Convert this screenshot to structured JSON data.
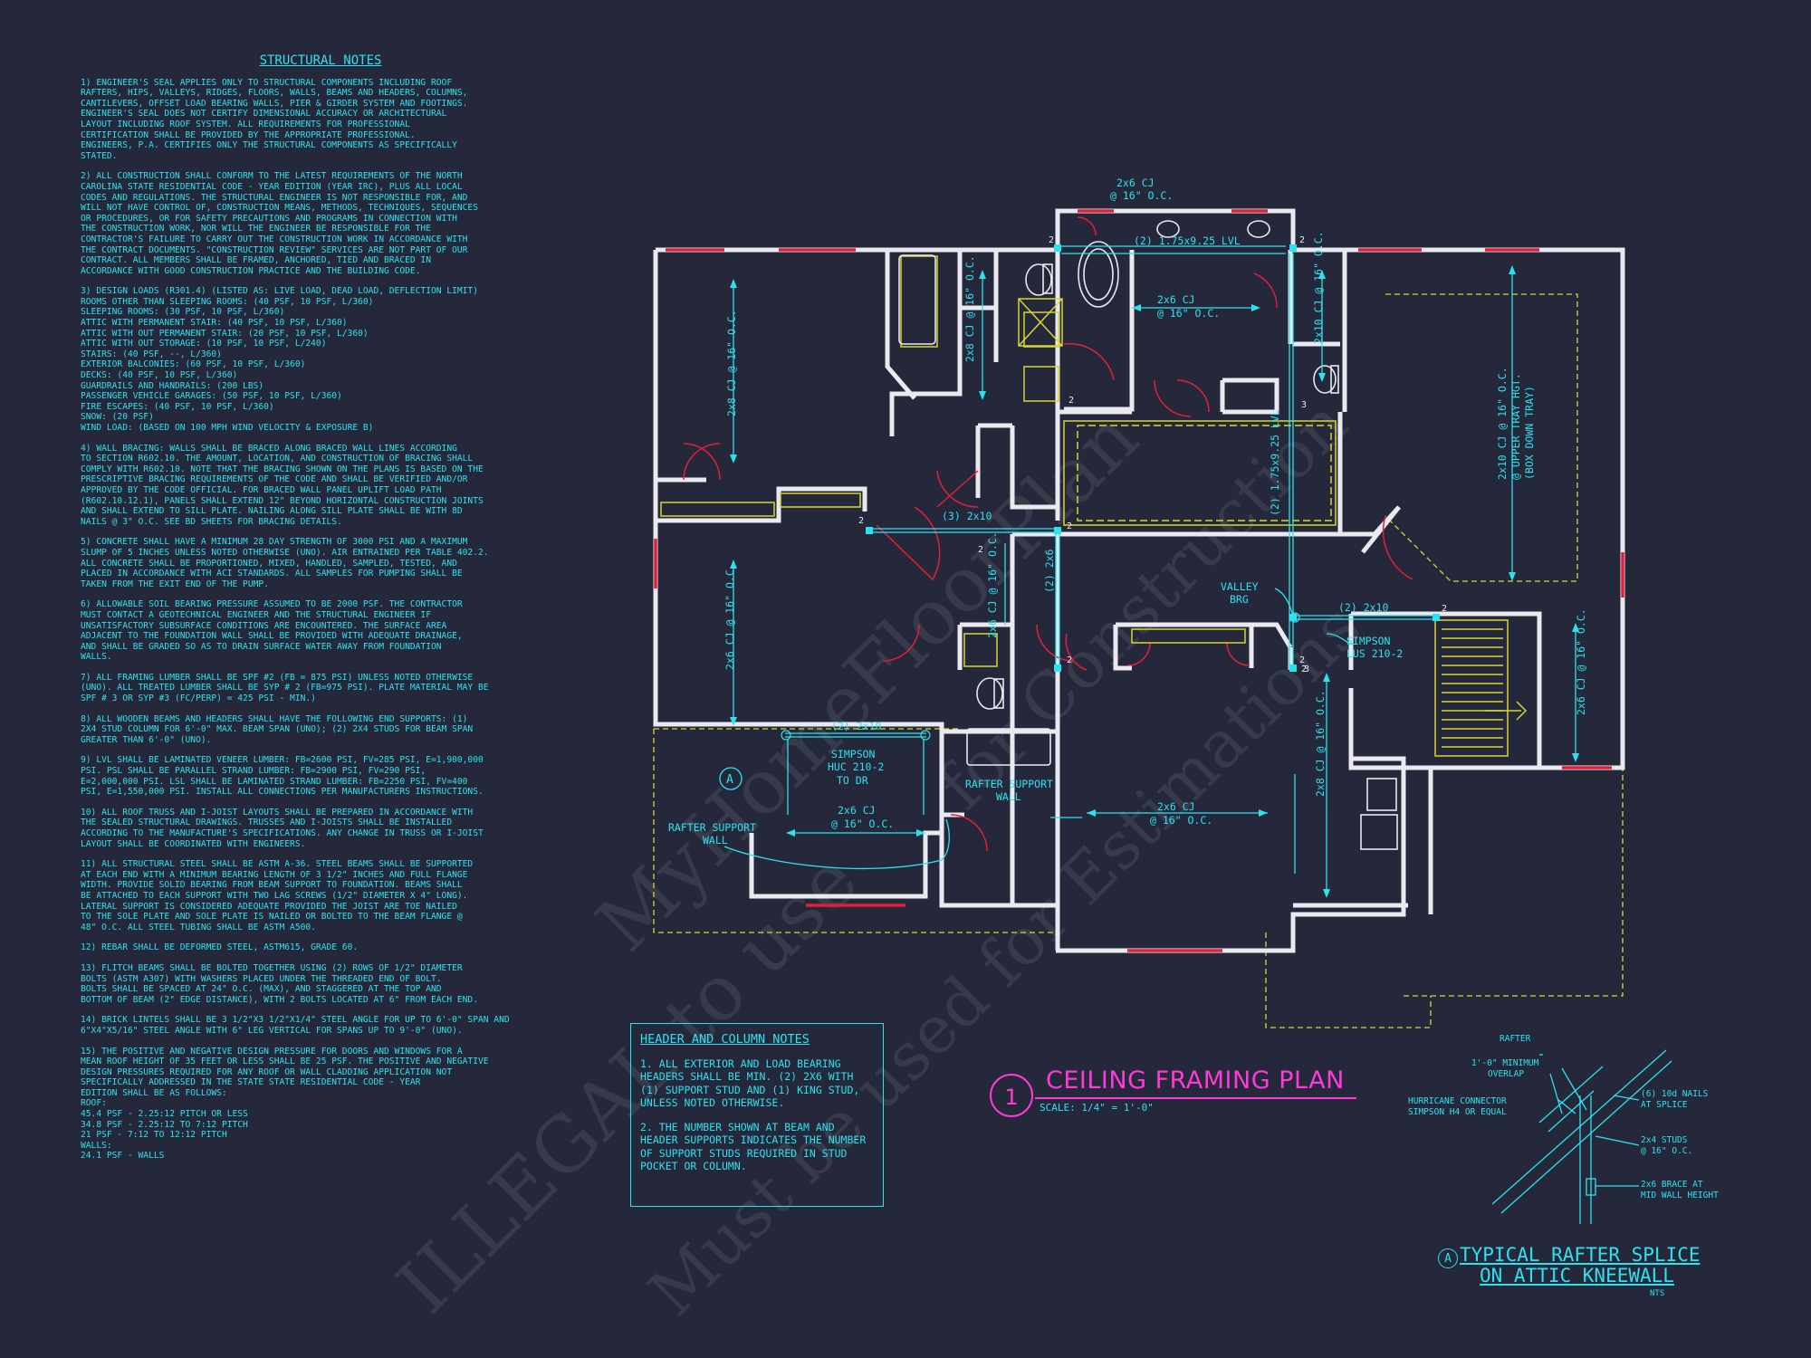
{
  "structural_notes": {
    "title": "STRUCTURAL NOTES",
    "notes": [
      [
        "1) ENGINEER'S SEAL APPLIES ONLY TO STRUCTURAL COMPONENTS INCLUDING ROOF",
        "RAFTERS, HIPS, VALLEYS, RIDGES, FLOORS, WALLS, BEAMS AND HEADERS, COLUMNS,",
        "CANTILEVERS, OFFSET LOAD BEARING WALLS, PIER & GIRDER SYSTEM AND FOOTINGS.",
        "ENGINEER'S SEAL DOES NOT CERTIFY DIMENSIONAL ACCURACY OR ARCHITECTURAL",
        "LAYOUT INCLUDING ROOF SYSTEM. ALL REQUIREMENTS FOR PROFESSIONAL",
        "CERTIFICATION SHALL BE PROVIDED BY THE APPROPRIATE PROFESSIONAL.",
        "ENGINEERS, P.A. CERTIFIES ONLY THE STRUCTURAL COMPONENTS AS SPECIFICALLY",
        "STATED."
      ],
      [
        "2) ALL CONSTRUCTION SHALL CONFORM TO THE LATEST REQUIREMENTS OF THE NORTH",
        "CAROLINA STATE RESIDENTIAL CODE - YEAR EDITION (YEAR IRC), PLUS ALL LOCAL",
        "CODES AND REGULATIONS. THE STRUCTURAL ENGINEER IS NOT RESPONSIBLE FOR, AND",
        "WILL NOT HAVE CONTROL OF, CONSTRUCTION MEANS, METHODS, TECHNIQUES, SEQUENCES",
        "OR PROCEDURES, OR FOR SAFETY PRECAUTIONS AND PROGRAMS IN CONNECTION WITH",
        "THE CONSTRUCTION WORK, NOR WILL THE ENGINEER BE RESPONSIBLE FOR THE",
        "CONTRACTOR'S FAILURE TO CARRY OUT THE CONSTRUCTION WORK IN ACCORDANCE WITH",
        "THE CONTRACT DOCUMENTS. \"CONSTRUCTION REVIEW\" SERVICES ARE NOT PART OF OUR",
        "CONTRACT. ALL MEMBERS SHALL BE FRAMED, ANCHORED, TIED AND BRACED IN",
        "ACCORDANCE WITH GOOD CONSTRUCTION PRACTICE AND THE BUILDING CODE."
      ],
      [
        "3) DESIGN LOADS (R301.4) (LISTED AS: LIVE LOAD, DEAD LOAD, DEFLECTION LIMIT)",
        "ROOMS OTHER THAN SLEEPING ROOMS: (40 PSF, 10 PSF, L/360)",
        "SLEEPING ROOMS: (30 PSF, 10 PSF, L/360)",
        "ATTIC WITH PERMANENT STAIR: (40 PSF, 10 PSF, L/360)",
        "ATTIC WITH OUT PERMANENT STAIR: (20 PSF, 10 PSF, L/360)",
        "ATTIC WITH OUT STORAGE: (10 PSF, 10 PSF, L/240)",
        "STAIRS: (40 PSF, --, L/360)",
        "EXTERIOR BALCONIES: (60 PSF, 10 PSF, L/360)",
        "DECKS: (40 PSF, 10 PSF, L/360)",
        "GUARDRAILS AND HANDRAILS: (200 LBS)",
        "PASSENGER VEHICLE GARAGES: (50 PSF, 10 PSF, L/360)",
        "FIRE ESCAPES: (40 PSF, 10 PSF, L/360)",
        "SNOW: (20      PSF)",
        "WIND LOAD: (BASED ON 100 MPH WIND VELOCITY & EXPOSURE B)"
      ],
      [
        "4) WALL BRACING:  WALLS SHALL BE BRACED ALONG BRACED WALL LINES ACCORDING",
        "TO SECTION R602.10. THE AMOUNT, LOCATION, AND CONSTRUCTION OF BRACING SHALL",
        "COMPLY WITH R602.10. NOTE THAT THE BRACING SHOWN ON THE PLANS IS BASED ON THE",
        "PRESCRIPTIVE BRACING REQUIREMENTS OF THE CODE AND SHALL BE VERIFIED AND/OR",
        "APPROVED BY THE CODE OFFICIAL. FOR BRACED WALL PANEL UPLIFT LOAD PATH",
        "(R602.10.12.1), PANELS SHALL EXTEND 12\" BEYOND HORIZONTAL CONSTRUCTION JOINTS",
        "AND SHALL EXTEND TO SILL PLATE. NAILING ALONG SILL PLATE SHALL BE WITH 8d",
        "NAILS @ 3\" O.C. SEE BD SHEETS FOR BRACING DETAILS."
      ],
      [
        "5) CONCRETE SHALL HAVE A MINIMUM 28 DAY STRENGTH OF 3000 PSI AND A MAXIMUM",
        "SLUMP OF 5 INCHES UNLESS NOTED OTHERWISE (UNO). AIR ENTRAINED PER TABLE 402.2.",
        "ALL CONCRETE SHALL BE PROPORTIONED, MIXED, HANDLED, SAMPLED, TESTED, AND",
        "PLACED IN ACCORDANCE WITH ACI STANDARDS. ALL SAMPLES FOR PUMPING SHALL BE",
        "TAKEN FROM THE EXIT END OF THE PUMP."
      ],
      [
        "6) ALLOWABLE SOIL BEARING PRESSURE ASSUMED TO BE 2000 PSF. THE CONTRACTOR",
        "MUST CONTACT A GEOTECHNICAL ENGINEER AND THE STRUCTURAL ENGINEER IF",
        "UNSATISFACTORY SUBSURFACE CONDITIONS ARE ENCOUNTERED. THE SURFACE AREA",
        "ADJACENT TO THE FOUNDATION WALL SHALL BE PROVIDED WITH ADEQUATE DRAINAGE,",
        "AND SHALL BE GRADED SO AS TO DRAIN SURFACE WATER AWAY FROM FOUNDATION",
        "WALLS."
      ],
      [
        "7) ALL FRAMING LUMBER SHALL BE SPF #2 (Fb = 875 PSI) UNLESS NOTED OTHERWISE",
        "(UNO). ALL TREATED LUMBER SHALL BE SYP # 2 (Fb=975 PSI). PLATE MATERIAL MAY BE",
        "SPF # 3 OR SYP #3 (Fc/perp) = 425 PSI - MIN.)"
      ],
      [
        "8) ALL WOODEN BEAMS AND HEADERS SHALL HAVE THE FOLLOWING END SUPPORTS: (1)",
        "2x4 STUD COLUMN FOR 6'-0\" MAX. BEAM SPAN (UNO); (2) 2x4 STUDS FOR BEAM SPAN",
        "GREATER THAN 6'-0\" (UNO)."
      ],
      [
        "9) LVL SHALL BE LAMINATED VENEER LUMBER: Fb=2600 PSI, Fv=285 PSI, E=1,900,000",
        "PSI. PSL SHALL BE PARALLEL STRAND LUMBER: Fb=2900 PSI, Fv=290 PSI,",
        "E=2,000,000 PSI. LSL SHALL BE LAMINATED STRAND LUMBER: Fb=2250 PSI, Fv=400",
        "PSI, E=1,550,000 PSI. INSTALL ALL CONNECTIONS PER MANUFACTURERS INSTRUCTIONS."
      ],
      [
        "10) ALL ROOF TRUSS AND I-JOIST LAYOUTS SHALL BE PREPARED IN ACCORDANCE WITH",
        "THE SEALED STRUCTURAL DRAWINGS. TRUSSES AND I-JOISTS SHALL BE INSTALLED",
        "ACCORDING TO THE MANUFACTURE'S SPECIFICATIONS. ANY CHANGE IN TRUSS OR I-JOIST",
        "LAYOUT SHALL BE COORDINATED WITH  ENGINEERS."
      ],
      [
        "11) ALL STRUCTURAL STEEL SHALL BE ASTM A-36. STEEL BEAMS SHALL BE SUPPORTED",
        "AT EACH END WITH A MINIMUM BEARING LENGTH OF 3 1/2\" INCHES AND FULL FLANGE",
        "WIDTH. PROVIDE SOLID BEARING FROM BEAM SUPPORT TO FOUNDATION. BEAMS SHALL",
        "BE ATTACHED TO EACH SUPPORT WITH TWO LAG SCREWS (1/2\" DIAMETER x 4\" LONG).",
        "LATERAL SUPPORT IS CONSIDERED ADEQUATE PROVIDED THE JOIST ARE TOE NAILED",
        "TO THE SOLE PLATE AND SOLE PLATE IS NAILED OR BOLTED TO THE BEAM FLANGE @",
        "48\" O.C. ALL STEEL TUBING SHALL BE ASTM A500."
      ],
      [
        "12) REBAR SHALL BE DEFORMED STEEL, ASTM615, GRADE 60."
      ],
      [
        "13) FLITCH BEAMS SHALL BE BOLTED TOGETHER USING (2) ROWS OF 1/2\" DIAMETER",
        "BOLTS (ASTM A307) WITH WASHERS PLACED UNDER THE THREADED END OF BOLT.",
        "BOLTS SHALL BE SPACED AT 24\" O.C. (MAX), AND STAGGERED AT THE TOP AND",
        "BOTTOM OF BEAM (2\" EDGE DISTANCE), WITH 2 BOLTS LOCATED AT 6\" FROM EACH END."
      ],
      [
        "14) BRICK LINTELS SHALL BE 3 1/2\"x3 1/2\"x1/4\" STEEL ANGLE FOR UP TO 6'-0\" SPAN AND",
        "6\"x4\"x5/16\" STEEL ANGLE WITH 6\" LEG VERTICAL FOR SPANS UP TO 9'-0\" (UNO)."
      ],
      [
        "15) THE POSITIVE AND NEGATIVE DESIGN PRESSURE FOR DOORS AND WINDOWS FOR A",
        "MEAN ROOF HEIGHT OF 35 FEET OR LESS SHALL BE 25 PSF. THE POSITIVE AND NEGATIVE",
        "DESIGN PRESSURES REQUIRED FOR ANY ROOF OR WALL CLADDING APPLICATION NOT",
        "SPECIFICALLY ADDRESSED IN THE STATE STATE RESIDENTIAL CODE - YEAR",
        "EDITION SHALL BE AS FOLLOWS:",
        "ROOF:",
        "45.4 PSF - 2.25:12 PITCH OR LESS",
        "34.8 PSF - 2.25:12 TO 7:12 PITCH",
        "21 PSF - 7:12 TO 12:12 PITCH",
        "WALLS:",
        "24.1 PSF - WALLS"
      ]
    ]
  },
  "header_notes": {
    "title": "HEADER AND COLUMN NOTES",
    "p1": "1. ALL EXTERIOR AND LOAD BEARING HEADERS SHALL BE MIN. (2) 2x6 WITH (1) SUPPORT STUD AND (1) KING STUD, UNLESS NOTED OTHERWISE.",
    "p2": "2. THE NUMBER SHOWN AT BEAM AND HEADER SUPPORTS INDICATES THE NUMBER OF SUPPORT STUDS REQUIRED IN STUD POCKET OR COLUMN."
  },
  "plan_title": {
    "number": "1",
    "title": "CEILING FRAMING PLAN",
    "scale": "SCALE: 1/4\" = 1'-0\""
  },
  "plan_labels": {
    "cj_top": "2x6 CJ",
    "cj_top_oc": "@ 16\" O.C.",
    "lvl_top": "(2) 1.75x9.25 LVL",
    "cj_bath": "2x6 CJ",
    "cj_bath_oc": "@ 16\" O.C.",
    "cj_left_v": "2x8 CJ @ 16\" O.C.",
    "cj_closet_v": "2x8 CJ @ 16\" O.C.",
    "cj_hall_v": "2x10 CJ @ 16\" O.C.",
    "lvl_v": "(2) 1.75x9.25 LVL",
    "cj_tray": "2x10 CJ @ 16\" O.C.",
    "tray_note": "@ UPPER TRAY HGT.",
    "tray_note2": "(BOX DOWN TRAY)",
    "beam_2x10_a": "(3) 2x10",
    "beam_2x6_v": "(2) 2x6",
    "cj_bed2_v": "2x6 CJ @ 16\" O.C.",
    "cj_bath2_v": "2x6 CJ @ 16\" O.C.",
    "valley_brg": "VALLEY",
    "valley_brg2": "BRG",
    "beam_2x10_b": "(2) 2x10",
    "simpson_lus": "SIMPSON",
    "simpson_lus2": "LUS 210-2",
    "cj_stair_v": "2x6 CJ @ 16\" O.C.",
    "beam_2x10_c": "(2) 2x10",
    "simpson_huc": "SIMPSON",
    "simpson_huc2": "HUC 210-2",
    "simpson_huc3": "TO DR",
    "cj_bay": "2x6 CJ",
    "cj_bay_oc": "@ 16\" O.C.",
    "rafter_wall_l": "RAFTER SUPPORT",
    "rafter_wall_l2": "WALL",
    "rafter_wall_r": "RAFTER SUPPORT",
    "rafter_wall_r2": "WALL",
    "cj_bed3": "2x6 CJ",
    "cj_bed3_oc": "@ 16\" O.C.",
    "cj_laundry_v": "2x8 CJ @ 16\" O.C.",
    "detail_tag": "A",
    "supports": [
      "2",
      "2",
      "2",
      "2",
      "2",
      "2",
      "2",
      "2",
      "3",
      "2",
      "2",
      "3"
    ]
  },
  "detail": {
    "circle": "A",
    "title1": "TYPICAL RAFTER SPLICE",
    "title2": "ON ATTIC KNEEWALL",
    "nts": "NTS",
    "rafter": "RAFTER",
    "overlap1": "1'-0\" MINIMUM",
    "overlap2": "OVERLAP",
    "nails1": "(6) 10d NAILS",
    "nails2": "AT SPLICE",
    "hurricane1": "HURRICANE CONNECTOR",
    "hurricane2": "SIMPSON H4 OR EQUAL",
    "studs1": "2x4 STUDS",
    "studs2": "@ 16\" O.C.",
    "brace1": "2x6 BRACE AT",
    "brace2": "MID WALL HEIGHT"
  },
  "watermark": {
    "line1": "ILLEGAL to use",
    "line2": "MyHomeFloorPlan",
    "line3": "for Construction",
    "line4": "Must be used for Estimations"
  },
  "colors": {
    "background": "#25283a",
    "cyan": "#2de2ef",
    "magenta": "#ff3ad6",
    "wall": "#e9e9ef",
    "door": "#e0203a",
    "yellow": "#d6d633"
  }
}
